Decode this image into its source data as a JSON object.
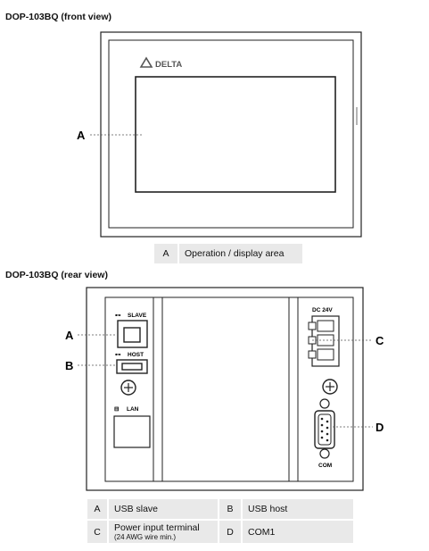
{
  "front": {
    "title": "DOP-103BQ (front view)",
    "brand": "DELTA",
    "callout": "A",
    "legend": [
      {
        "key": "A",
        "label": "Operation / display area"
      }
    ]
  },
  "rear": {
    "title": "DOP-103BQ (rear view)",
    "port_labels": {
      "slave": "SLAVE",
      "host": "HOST",
      "lan": "LAN",
      "dc": "DC 24V",
      "com": "COM"
    },
    "callouts": {
      "a": "A",
      "b": "B",
      "c": "C",
      "d": "D"
    },
    "legend": [
      {
        "key": "A",
        "label": "USB slave",
        "key2": "B",
        "label2": "USB host"
      },
      {
        "key": "C",
        "label": "Power input terminal",
        "sub": "(24 AWG wire min.)",
        "key2": "D",
        "label2": "COM1"
      }
    ]
  },
  "colors": {
    "line": "#222222",
    "leader": "#555555",
    "legend_bg": "#e9e9e9",
    "device": "#ffffff"
  }
}
